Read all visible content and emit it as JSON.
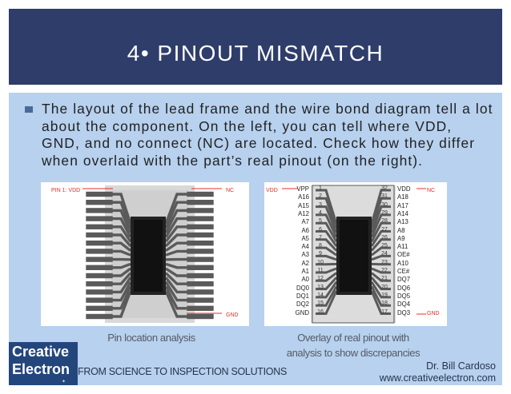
{
  "slide": {
    "title": "4• PINOUT MISMATCH",
    "bullet": "The layout of the lead frame and the wire bond diagram tell a lot about the component. On the left, you can tell where VDD, GND, and no connect (NC) are located. Check how they differ when overlaid with the part’s real pinout (on the right).",
    "colors": {
      "title_bar": "#2f3d6b",
      "content_bg": "#b7d1ee",
      "accent_red": "#e0302a",
      "logo_bg": "#23467d"
    }
  },
  "left_figure": {
    "labels": {
      "pin1": "PIN 1: VDD",
      "nc": "NC",
      "gnd": "GND"
    },
    "caption": "Pin location analysis"
  },
  "right_figure": {
    "labels": {
      "vdd": "VDD",
      "nc": "NC",
      "gnd": "GND"
    },
    "left_pins": [
      {
        "name": "VPP",
        "num": "1"
      },
      {
        "name": "A16",
        "num": "2"
      },
      {
        "name": "A15",
        "num": "3"
      },
      {
        "name": "A12",
        "num": "4"
      },
      {
        "name": "A7",
        "num": "5"
      },
      {
        "name": "A6",
        "num": "6"
      },
      {
        "name": "A5",
        "num": "7"
      },
      {
        "name": "A4",
        "num": "8"
      },
      {
        "name": "A3",
        "num": "9"
      },
      {
        "name": "A2",
        "num": "10"
      },
      {
        "name": "A1",
        "num": "11"
      },
      {
        "name": "A0",
        "num": "12"
      },
      {
        "name": "DQ0",
        "num": "13"
      },
      {
        "name": "DQ1",
        "num": "14"
      },
      {
        "name": "DQ2",
        "num": "15"
      },
      {
        "name": "GND",
        "num": "16"
      }
    ],
    "right_pins": [
      {
        "name": "VDD",
        "num": "32"
      },
      {
        "name": "A18",
        "num": "31"
      },
      {
        "name": "A17",
        "num": "30"
      },
      {
        "name": "A14",
        "num": "29"
      },
      {
        "name": "A13",
        "num": "28"
      },
      {
        "name": "A8",
        "num": "27"
      },
      {
        "name": "A9",
        "num": "26"
      },
      {
        "name": "A11",
        "num": "25"
      },
      {
        "name": "OE#",
        "num": "24"
      },
      {
        "name": "A10",
        "num": "23"
      },
      {
        "name": "CE#",
        "num": "22"
      },
      {
        "name": "DQ7",
        "num": "21"
      },
      {
        "name": "DQ6",
        "num": "20"
      },
      {
        "name": "DQ5",
        "num": "19"
      },
      {
        "name": "DQ4",
        "num": "18"
      },
      {
        "name": "DQ3",
        "num": "17"
      }
    ],
    "caption_line1": "Overlay of real pinout with",
    "caption_line2": "analysis to show discrepancies"
  },
  "footer": {
    "logo_line1": "Creative",
    "logo_line2": "Electron",
    "tagline": "FROM SCIENCE TO INSPECTION SOLUTIONS",
    "author": "Dr. Bill Cardoso",
    "website": "www.creativeelectron.com"
  }
}
